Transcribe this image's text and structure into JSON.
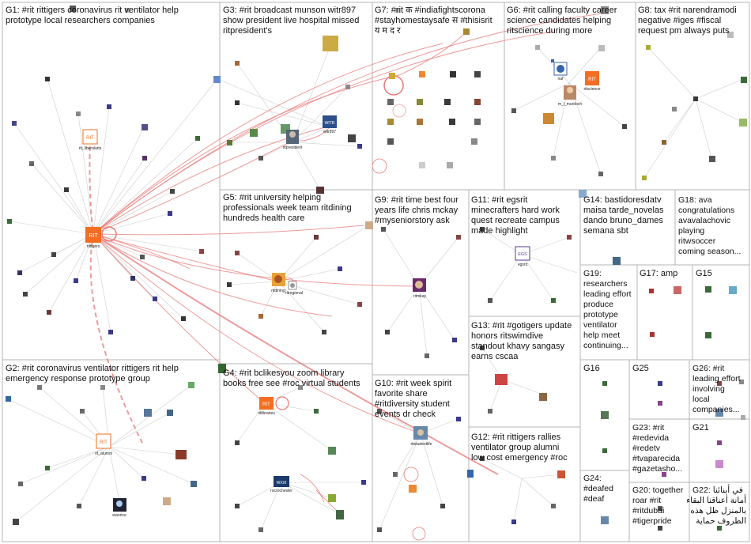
{
  "groups": [
    {
      "id": "G1",
      "lines": [
        "G1: #rit rittigers coronavirus rit ventilator help",
        "prototype local researchers companies"
      ]
    },
    {
      "id": "G2",
      "lines": [
        "G2: #rit coronavirus ventilator rittigers rit help",
        "emergency response prototype group"
      ]
    },
    {
      "id": "G3",
      "lines": [
        "G3: #rit broadcast munson witr897",
        "show president live hospital missed",
        "ritpresident's"
      ]
    },
    {
      "id": "G4",
      "lines": [
        "G4: #rit bclikesyou zoom library",
        "books free see #roc virtual students"
      ]
    },
    {
      "id": "G5",
      "lines": [
        "G5: #rit university helping",
        "professionals week team ritdining",
        "hundreds health care"
      ]
    },
    {
      "id": "G6",
      "lines": [
        "G6: #rit calling faculty career",
        "science candidates helping",
        "ritscience during more"
      ]
    },
    {
      "id": "G7",
      "lines": [
        "G7: #rit क #indiafightscorona",
        "#stayhomestaysafe स #thisisrit",
        "य म द र"
      ]
    },
    {
      "id": "G8",
      "lines": [
        "G8: tax #rit narendramodi",
        "negative #iges #fiscal",
        "request pm always puts"
      ]
    },
    {
      "id": "G9",
      "lines": [
        "G9: #rit time best four",
        "years life chris mckay",
        "#myseniorstory ask"
      ]
    },
    {
      "id": "G10",
      "lines": [
        "G10: #rit week spirit",
        "favorite share",
        "#ritdiversity student",
        "events dr check"
      ]
    },
    {
      "id": "G11",
      "lines": [
        "G11: #rit egsrit",
        "minecrafters hard work",
        "quest recreate campus",
        "made highlight"
      ]
    },
    {
      "id": "G12",
      "lines": [
        "G12: #rit rittigers rallies",
        "ventilator group alumni",
        "low cost emergency #roc"
      ]
    },
    {
      "id": "G13",
      "lines": [
        "G13: #rit #gotigers update",
        "honors ritswimdive",
        "standout khavy sangasy",
        "earns cscaa"
      ]
    },
    {
      "id": "G14",
      "lines": [
        "G14: bastidoresdatv",
        "maisa tarde_novelas",
        "dando bruno_dames",
        "semana sbt"
      ]
    },
    {
      "id": "G15",
      "lines": [
        "G15"
      ]
    },
    {
      "id": "G16",
      "lines": [
        "G16"
      ]
    },
    {
      "id": "G17",
      "lines": [
        "G17: amp"
      ]
    },
    {
      "id": "G18",
      "lines": [
        "G18: ava",
        "congratulations",
        "avavalachovic",
        "playing",
        "ritwsoccer",
        "coming season..."
      ]
    },
    {
      "id": "G19",
      "lines": [
        "G19:",
        "researchers",
        "leading effort",
        "produce",
        "prototype",
        "ventilator",
        "help meet",
        "continuing..."
      ]
    },
    {
      "id": "G20",
      "lines": [
        "G20: together",
        "roar #rit",
        "#ritdubai",
        "#tigerpride"
      ]
    },
    {
      "id": "G21",
      "lines": [
        "G21"
      ]
    },
    {
      "id": "G22",
      "lines": [
        "G22: في أبنائنا",
        "أمانة أعناقنا البقاء",
        "بالمنزل ظل هذه",
        "الظروف حماية"
      ]
    },
    {
      "id": "G23",
      "lines": [
        "G23: #rit",
        "#redevida",
        "#redetv",
        "#tvaparecida",
        "#gazetasho..."
      ]
    },
    {
      "id": "G24",
      "lines": [
        "G24:",
        "#deafed",
        "#deaf"
      ]
    },
    {
      "id": "G25",
      "lines": [
        "G25"
      ]
    },
    {
      "id": "G26",
      "lines": [
        "G26: #rit",
        "leading effort",
        "involving",
        "local",
        "companies..."
      ]
    }
  ],
  "nodes": [
    {
      "label": "rittigers",
      "icon": "rit-logo-icon"
    },
    {
      "label": "rit_liberalarts",
      "icon": "rit-logo-icon"
    },
    {
      "label": "ritpresident",
      "icon": "avatar-icon"
    },
    {
      "label": "witr897",
      "icon": "witr-logo-icon"
    },
    {
      "label": "ritscience",
      "icon": "rit-logo-icon"
    },
    {
      "label": "m_l_murdoch",
      "icon": "avatar-icon"
    },
    {
      "label": "naf",
      "icon": "avatar-icon"
    },
    {
      "label": "ritdining",
      "icon": "avatar-icon"
    },
    {
      "label": "ritregional",
      "icon": "avatar-icon"
    },
    {
      "label": "ritmkay",
      "icon": "avatar-icon"
    },
    {
      "label": "egsrit",
      "icon": "egs-logo-icon"
    },
    {
      "label": "rit_alumni",
      "icon": "rit-logo-icon"
    },
    {
      "label": "eianrice",
      "icon": "avatar-icon"
    },
    {
      "label": "ritlibraries",
      "icon": "rit-logo-icon"
    },
    {
      "label": "rocrochester",
      "icon": "wxxi-logo-icon"
    },
    {
      "label": "ritstudentlife",
      "icon": "avatar-icon"
    }
  ]
}
